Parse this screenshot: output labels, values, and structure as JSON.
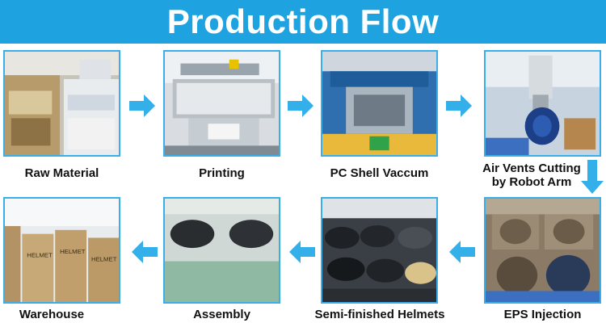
{
  "header": {
    "title": "Production Flow"
  },
  "colors": {
    "accent": "#1fa3e0",
    "arrow": "#33b0ea"
  },
  "steps": [
    {
      "label": "Raw Material"
    },
    {
      "label": "Printing"
    },
    {
      "label": "PC Shell Vaccum"
    },
    {
      "label_line1": "Air Vents Cutting",
      "label_line2": "by Robot Arm"
    },
    {
      "label": "EPS Injection"
    },
    {
      "label": "Semi-finished Helmets"
    },
    {
      "label": "Assembly"
    },
    {
      "label": "Warehouse"
    }
  ],
  "box_text": "HELMET"
}
